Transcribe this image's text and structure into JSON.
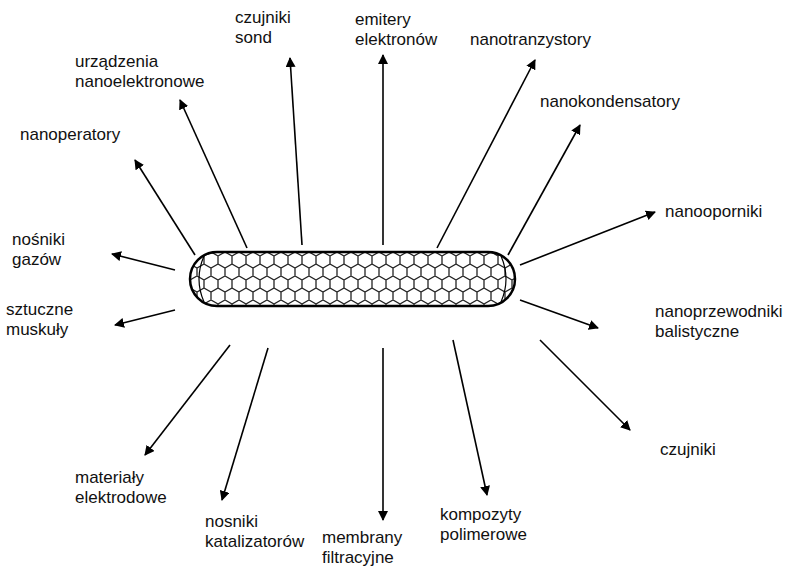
{
  "diagram": {
    "labels": [
      "urządzenia nanoelektronowe",
      "czujniki sond",
      "emitery elektronów",
      "nanotranzystory",
      "nanokondensatory",
      "nanooporniki",
      "nanoperatory",
      "nośniki gazów",
      "sztuczne muskuły",
      "nanoprzewodniki balistyczne",
      "materiały elektrodowe",
      "nosniki katalizatorów",
      "membrany filtracyjne",
      "kompozyty polimerowe",
      "czujniki"
    ]
  }
}
